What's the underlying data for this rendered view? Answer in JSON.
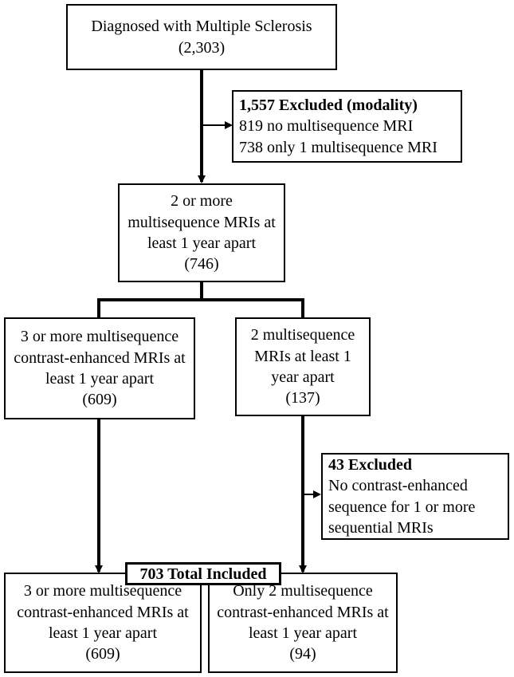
{
  "diagnosed": {
    "line1": "Diagnosed with Multiple Sclerosis",
    "line2": "(2,303)"
  },
  "excluded_modality": {
    "title": "1,557 Excluded (modality)",
    "line1": "819 no multisequence MRI",
    "line2": "738 only 1 multisequence MRI"
  },
  "two_or_more": {
    "line1": "2 or more",
    "line2": "multisequence MRIs at",
    "line3": "least 1 year apart",
    "line4": "(746)"
  },
  "three_or_more_mid": {
    "line1": "3 or more multisequence",
    "line2": "contrast-enhanced MRIs at",
    "line3": "least 1 year apart",
    "line4": "(609)"
  },
  "two_multiseq": {
    "line1": "2 multisequence",
    "line2": "MRIs at least 1",
    "line3": "year apart",
    "line4": "(137)"
  },
  "excluded_contrast": {
    "title": "43 Excluded",
    "line1": "No contrast-enhanced",
    "line2": "sequence for 1 or more",
    "line3": "sequential MRIs"
  },
  "total_included": {
    "label": "703 Total Included"
  },
  "three_or_more_final": {
    "line1": "3 or more multisequence",
    "line2": "contrast-enhanced MRIs at",
    "line3": "least 1 year apart",
    "line4": "(609)"
  },
  "only_two_final": {
    "line1": "Only 2 multisequence",
    "line2": "contrast-enhanced MRIs at",
    "line3": "least 1 year apart",
    "line4": "(94)"
  }
}
